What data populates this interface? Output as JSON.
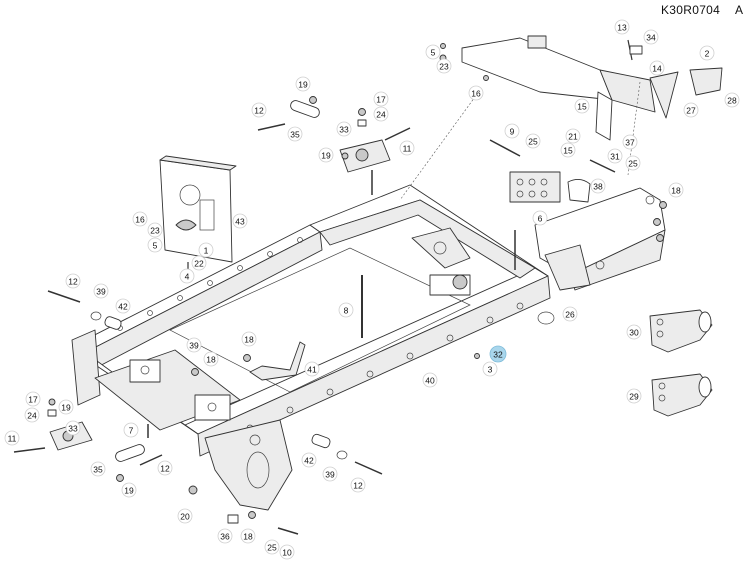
{
  "header": {
    "doc_code": "K30R0704",
    "revision": "A"
  },
  "highlight_color": "#a9d6ec",
  "callouts": [
    {
      "id": "c13",
      "label": "13"
    },
    {
      "id": "c34",
      "label": "34"
    },
    {
      "id": "c14",
      "label": "14"
    },
    {
      "id": "c2",
      "label": "2"
    },
    {
      "id": "c27",
      "label": "27"
    },
    {
      "id": "c28",
      "label": "28"
    },
    {
      "id": "c5a",
      "label": "5"
    },
    {
      "id": "c23a",
      "label": "23"
    },
    {
      "id": "c16a",
      "label": "16"
    },
    {
      "id": "c15a",
      "label": "15"
    },
    {
      "id": "c37",
      "label": "37"
    },
    {
      "id": "c21",
      "label": "21"
    },
    {
      "id": "c15b",
      "label": "15"
    },
    {
      "id": "c31",
      "label": "31"
    },
    {
      "id": "c25a",
      "label": "25"
    },
    {
      "id": "c38",
      "label": "38"
    },
    {
      "id": "c18a",
      "label": "18"
    },
    {
      "id": "c9",
      "label": "9"
    },
    {
      "id": "c25b",
      "label": "25"
    },
    {
      "id": "c6",
      "label": "6"
    },
    {
      "id": "c19a",
      "label": "19"
    },
    {
      "id": "c12a",
      "label": "12"
    },
    {
      "id": "c35a",
      "label": "35"
    },
    {
      "id": "c17a",
      "label": "17"
    },
    {
      "id": "c24a",
      "label": "24"
    },
    {
      "id": "c33a",
      "label": "33"
    },
    {
      "id": "c19b",
      "label": "19"
    },
    {
      "id": "c11a",
      "label": "11"
    },
    {
      "id": "c16b",
      "label": "16"
    },
    {
      "id": "c23b",
      "label": "23"
    },
    {
      "id": "c5b",
      "label": "5"
    },
    {
      "id": "c43",
      "label": "43"
    },
    {
      "id": "c1",
      "label": "1"
    },
    {
      "id": "c22",
      "label": "22"
    },
    {
      "id": "c4",
      "label": "4"
    },
    {
      "id": "c12b",
      "label": "12"
    },
    {
      "id": "c39a",
      "label": "39"
    },
    {
      "id": "c42a",
      "label": "42"
    },
    {
      "id": "c8",
      "label": "8"
    },
    {
      "id": "c26",
      "label": "26"
    },
    {
      "id": "c30",
      "label": "30"
    },
    {
      "id": "c18b",
      "label": "18"
    },
    {
      "id": "c39b",
      "label": "39"
    },
    {
      "id": "c18c",
      "label": "18"
    },
    {
      "id": "c41",
      "label": "41"
    },
    {
      "id": "c32",
      "label": "32",
      "highlight": true
    },
    {
      "id": "c3",
      "label": "3"
    },
    {
      "id": "c40",
      "label": "40"
    },
    {
      "id": "c29",
      "label": "29"
    },
    {
      "id": "c17b",
      "label": "17"
    },
    {
      "id": "c24b",
      "label": "24"
    },
    {
      "id": "c19c",
      "label": "19"
    },
    {
      "id": "c33b",
      "label": "33"
    },
    {
      "id": "c7",
      "label": "7"
    },
    {
      "id": "c11b",
      "label": "11"
    },
    {
      "id": "c35b",
      "label": "35"
    },
    {
      "id": "c12c",
      "label": "12"
    },
    {
      "id": "c19d",
      "label": "19"
    },
    {
      "id": "c42b",
      "label": "42"
    },
    {
      "id": "c39c",
      "label": "39"
    },
    {
      "id": "c12d",
      "label": "12"
    },
    {
      "id": "c20",
      "label": "20"
    },
    {
      "id": "c36",
      "label": "36"
    },
    {
      "id": "c18d",
      "label": "18"
    },
    {
      "id": "c25c",
      "label": "25"
    },
    {
      "id": "c10",
      "label": "10"
    }
  ]
}
